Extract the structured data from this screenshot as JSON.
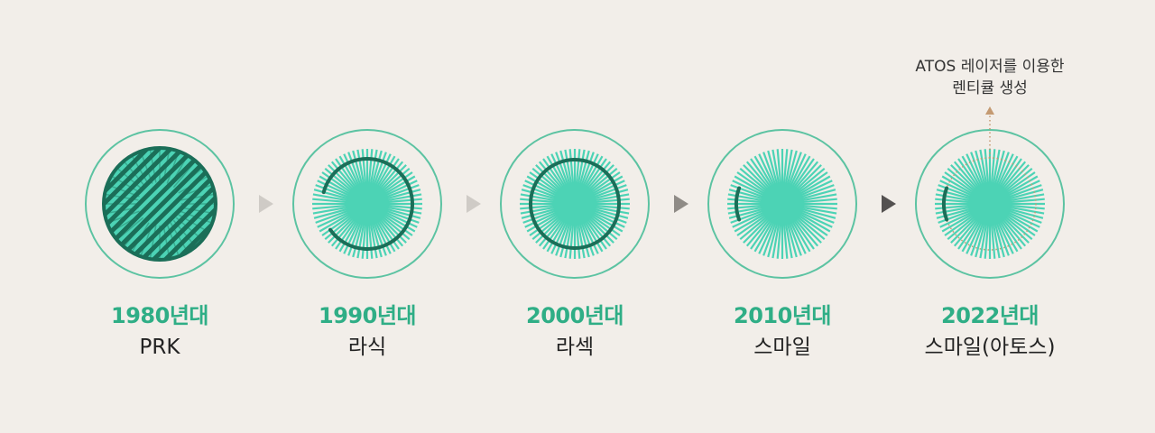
{
  "annotation": {
    "line1": "ATOS 레이저를 이용한",
    "line2": "렌티큘 생성"
  },
  "stages": [
    {
      "era": "1980년대",
      "tech": "PRK"
    },
    {
      "era": "1990년대",
      "tech": "라식"
    },
    {
      "era": "2000년대",
      "tech": "라섹"
    },
    {
      "era": "2010년대",
      "tech": "스마일"
    },
    {
      "era": "2022년대",
      "tech": "스마일(아토스)"
    }
  ],
  "colors": {
    "background": "#f2eee9",
    "ring": "#5cc3a2",
    "laser": "#4cd3b5",
    "dark_green": "#1b6e58",
    "era_text": "#2fae86",
    "arrow_light": "#cfcbc6",
    "arrow_mid": "#8f8b86",
    "arrow_dark": "#545150",
    "annotation_arrow": "#c49a72"
  }
}
